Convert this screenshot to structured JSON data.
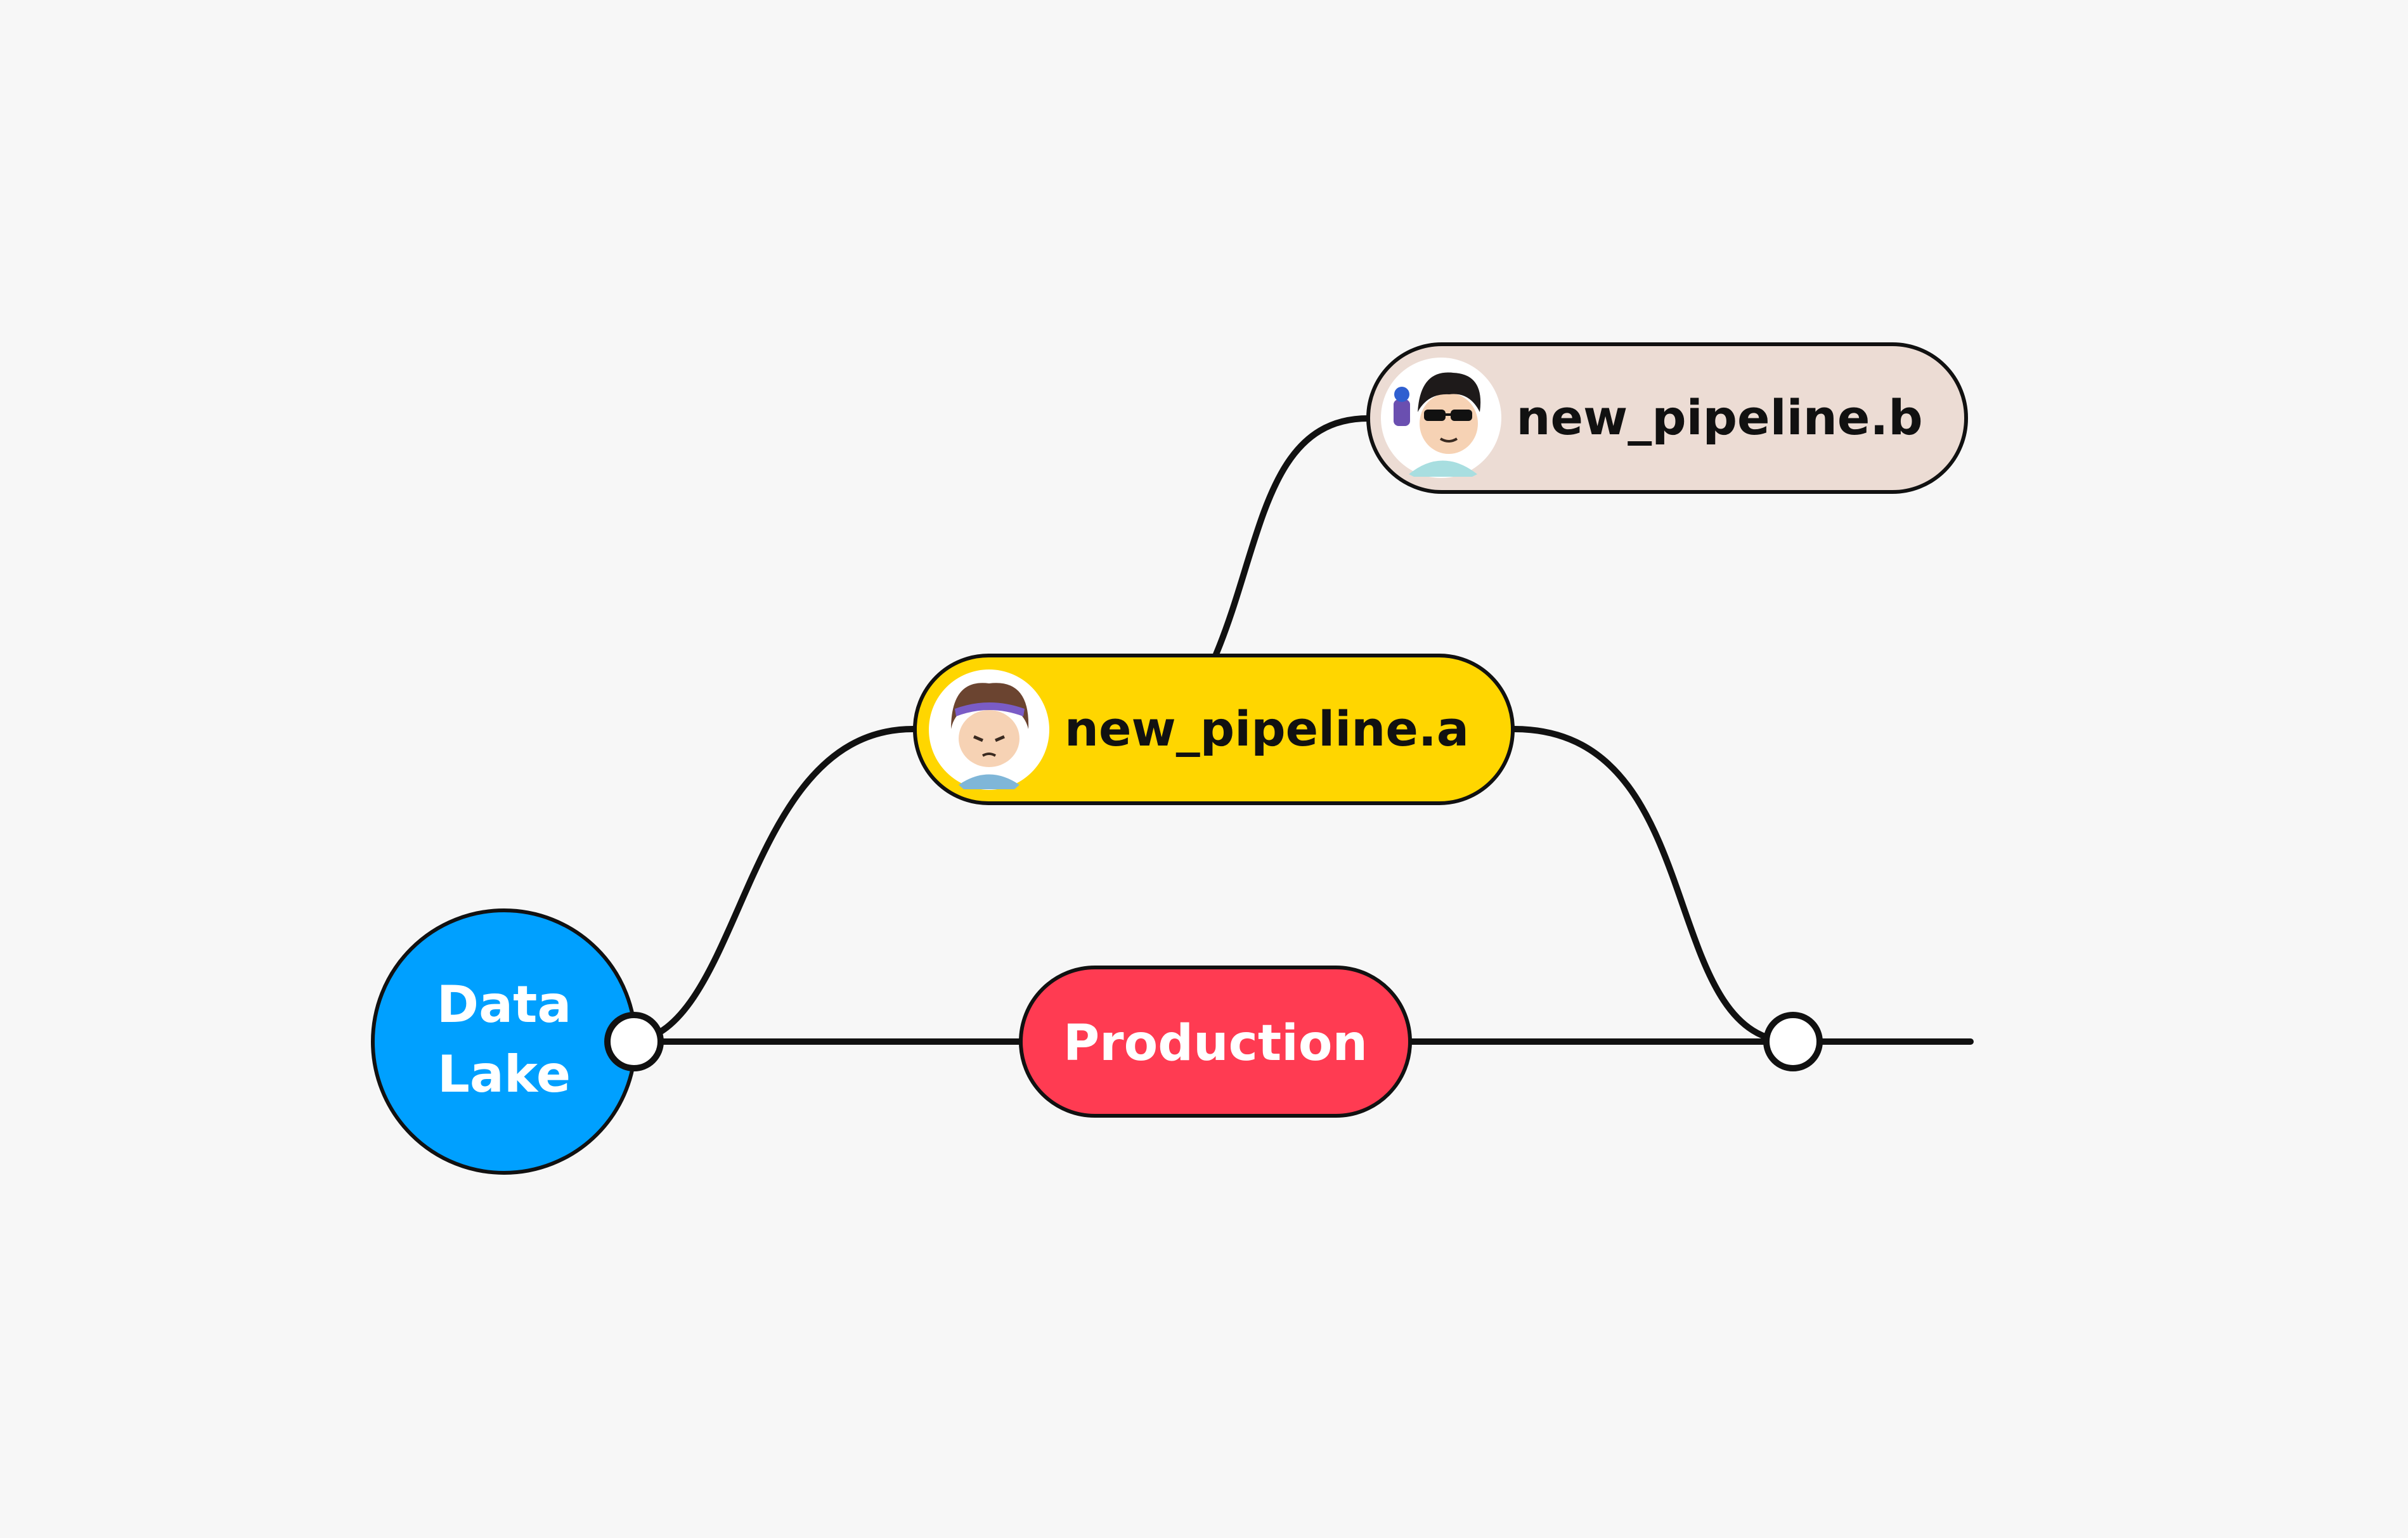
{
  "colors": {
    "background": "#f7f7f7",
    "line": "#111111",
    "data_lake": "#00a0ff",
    "production": "#ff3b52",
    "pipeline_a": "#ffd600",
    "pipeline_b": "#ecdcd4",
    "label_light": "#ffffff",
    "label_dark": "#111111"
  },
  "nodes": {
    "data_lake": {
      "line1": "Data",
      "line2": "Lake"
    },
    "production": {
      "label": "Production"
    },
    "pipeline_a": {
      "label": "new_pipeline.a",
      "avatar": "avatar-headband-icon"
    },
    "pipeline_b": {
      "label": "new_pipeline.b",
      "avatar": "avatar-sunglasses-icon"
    }
  }
}
